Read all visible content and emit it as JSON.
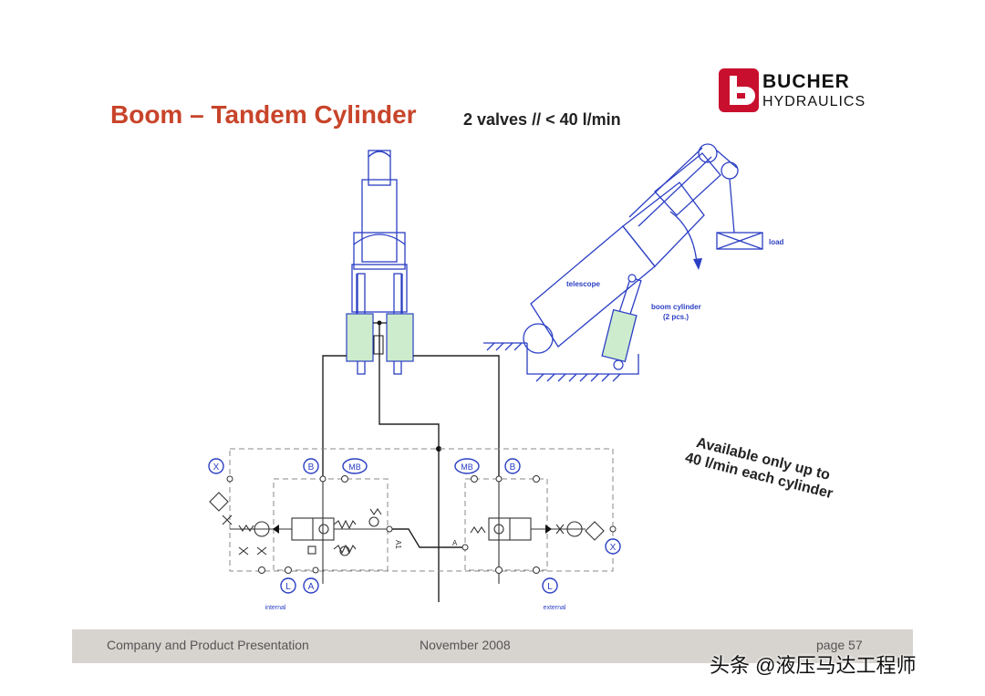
{
  "title": "Boom – Tandem Cylinder",
  "subtitle": "2 valves // < 40 l/min",
  "logo": {
    "line1": "BUCHER",
    "line2": "HYDRAULICS",
    "brand_color": "#c8102e"
  },
  "boom_labels": {
    "load": "load",
    "telescope": "telescope",
    "boom_cylinder_line1": "boom cylinder",
    "boom_cylinder_line2": "(2 pcs.)"
  },
  "ports": {
    "x": "X",
    "b": "B",
    "mb": "MB",
    "l": "L",
    "a": "A",
    "a1": "A1",
    "a_line": "A"
  },
  "valve_labels": {
    "internal": "internal",
    "external": "external"
  },
  "note": {
    "line1": "Available only up to",
    "line2": "40 l/min each cylinder"
  },
  "footer": {
    "left": "Company and Product Presentation",
    "middle": "November 2008",
    "right": "page 57"
  },
  "watermark": "头条 @液压马达工程师",
  "colors": {
    "title": "#c8442a",
    "diagram_blue": "#2b3fc4",
    "cylinder_green": "#cdeccd",
    "footer_bg": "#d7d3cf"
  }
}
